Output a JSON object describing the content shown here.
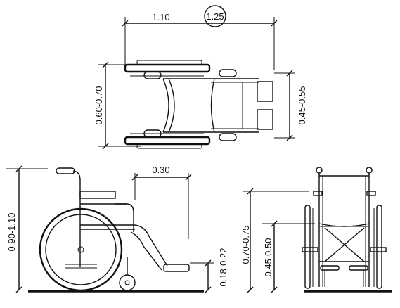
{
  "plan_view": {
    "overall_length": "1.10-",
    "overall_length_circled": "1.25",
    "overall_width": "0.60-0.70",
    "footrest_width": "0.45-0.55"
  },
  "side_view": {
    "overall_height": "0.90-1.10",
    "footrest_depth": "0.30",
    "footrest_height": "0.18-0.22"
  },
  "front_view": {
    "armrest_height": "0.70-0.75",
    "seat_height": "0.45-0.50"
  }
}
